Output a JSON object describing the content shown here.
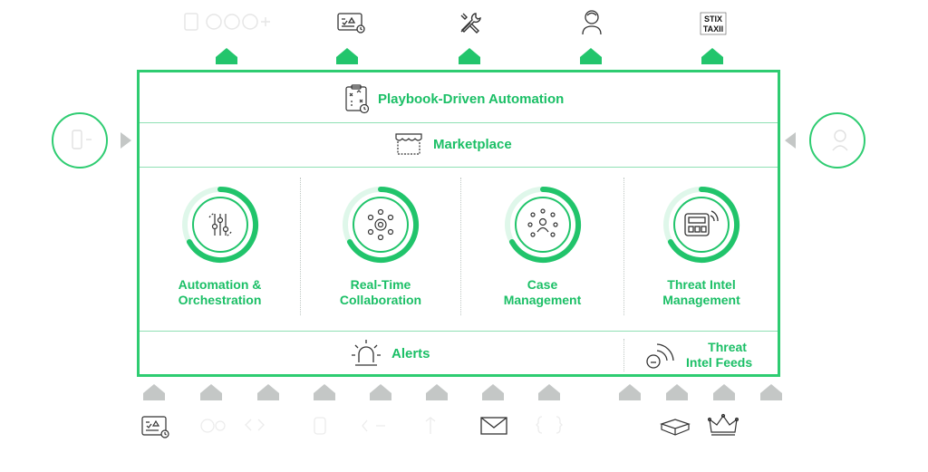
{
  "playbook": {
    "label": "Playbook-Driven Automation"
  },
  "marketplace": {
    "label": "Marketplace"
  },
  "modules": [
    {
      "line1": "Automation &",
      "line2": "Orchestration"
    },
    {
      "line1": "Real-Time",
      "line2": "Collaboration"
    },
    {
      "line1": "Case",
      "line2": "Management"
    },
    {
      "line1": "Threat Intel",
      "line2": "Management"
    }
  ],
  "alerts": {
    "label": "Alerts"
  },
  "feeds": {
    "line1": "Threat",
    "line2": "Intel Feeds"
  },
  "stix": {
    "line1": "STIX",
    "line2": "TAXII"
  },
  "colors": {
    "accent": "#21c46b",
    "frame": "#2ecc71",
    "arrow_green": "#22c56c",
    "arrow_gray": "#c4c7c6"
  },
  "icons": {
    "top": [
      "mobile-devices-icon",
      "playbook-icon",
      "tools-icon",
      "user-icon",
      "stix-taxii-icon"
    ],
    "bottom": [
      "playbook-icon",
      "faded-icon",
      "faded-icon",
      "faded-icon",
      "faded-icon",
      "faded-icon",
      "email-icon",
      "faded-icon",
      "box-icon",
      "crown-icon"
    ]
  }
}
